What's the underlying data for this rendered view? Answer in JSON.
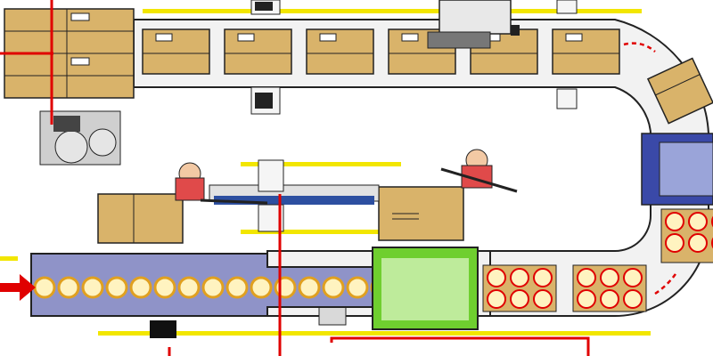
{
  "scene": {
    "palette": {
      "background": "#ffffff",
      "conveyor_belt": "#f2f2f2",
      "conveyor_edge": "#222222",
      "carton": "#d9b36a",
      "carton_shade": "#b98d44",
      "safety_line": "#f2e600",
      "signal_wire": "#e00000",
      "feed_chute": "#8f93c8",
      "wrapper_unit": "#3a49a8",
      "shrink_tunnel": "#6fcf2f",
      "worker_shirt": "#e04a4a",
      "worker_skin": "#f3c9a4",
      "roller": "#2d4fa0",
      "can_lid": "#fff3c0",
      "can_rim": "#e0a020"
    },
    "equipment": [
      {
        "id": "case-stack",
        "icon": "pallet-of-cartons-icon"
      },
      {
        "id": "carton-erector",
        "icon": "labeling-machine-icon"
      },
      {
        "id": "top-conveyor",
        "icon": "carton-conveyor-icon",
        "cartons": 6
      },
      {
        "id": "label-printer",
        "icon": "label-printer-icon"
      },
      {
        "id": "photo-sensors",
        "icon": "photo-eye-sensor-icon",
        "count": 4
      },
      {
        "id": "turn-conveyor",
        "icon": "curved-conveyor-icon"
      },
      {
        "id": "wrap-station",
        "icon": "film-wrap-station-icon"
      },
      {
        "id": "operators",
        "icon": "worker-icon",
        "count": 2
      },
      {
        "id": "infeed-conveyor",
        "icon": "can-infeed-icon",
        "cans": 15
      },
      {
        "id": "shrink-tunnel",
        "icon": "shrink-tunnel-icon"
      },
      {
        "id": "trays",
        "icon": "tray-of-cans-icon",
        "count": 3
      },
      {
        "id": "flow-arrows",
        "icon": "flow-direction-arrow-icon"
      }
    ]
  }
}
